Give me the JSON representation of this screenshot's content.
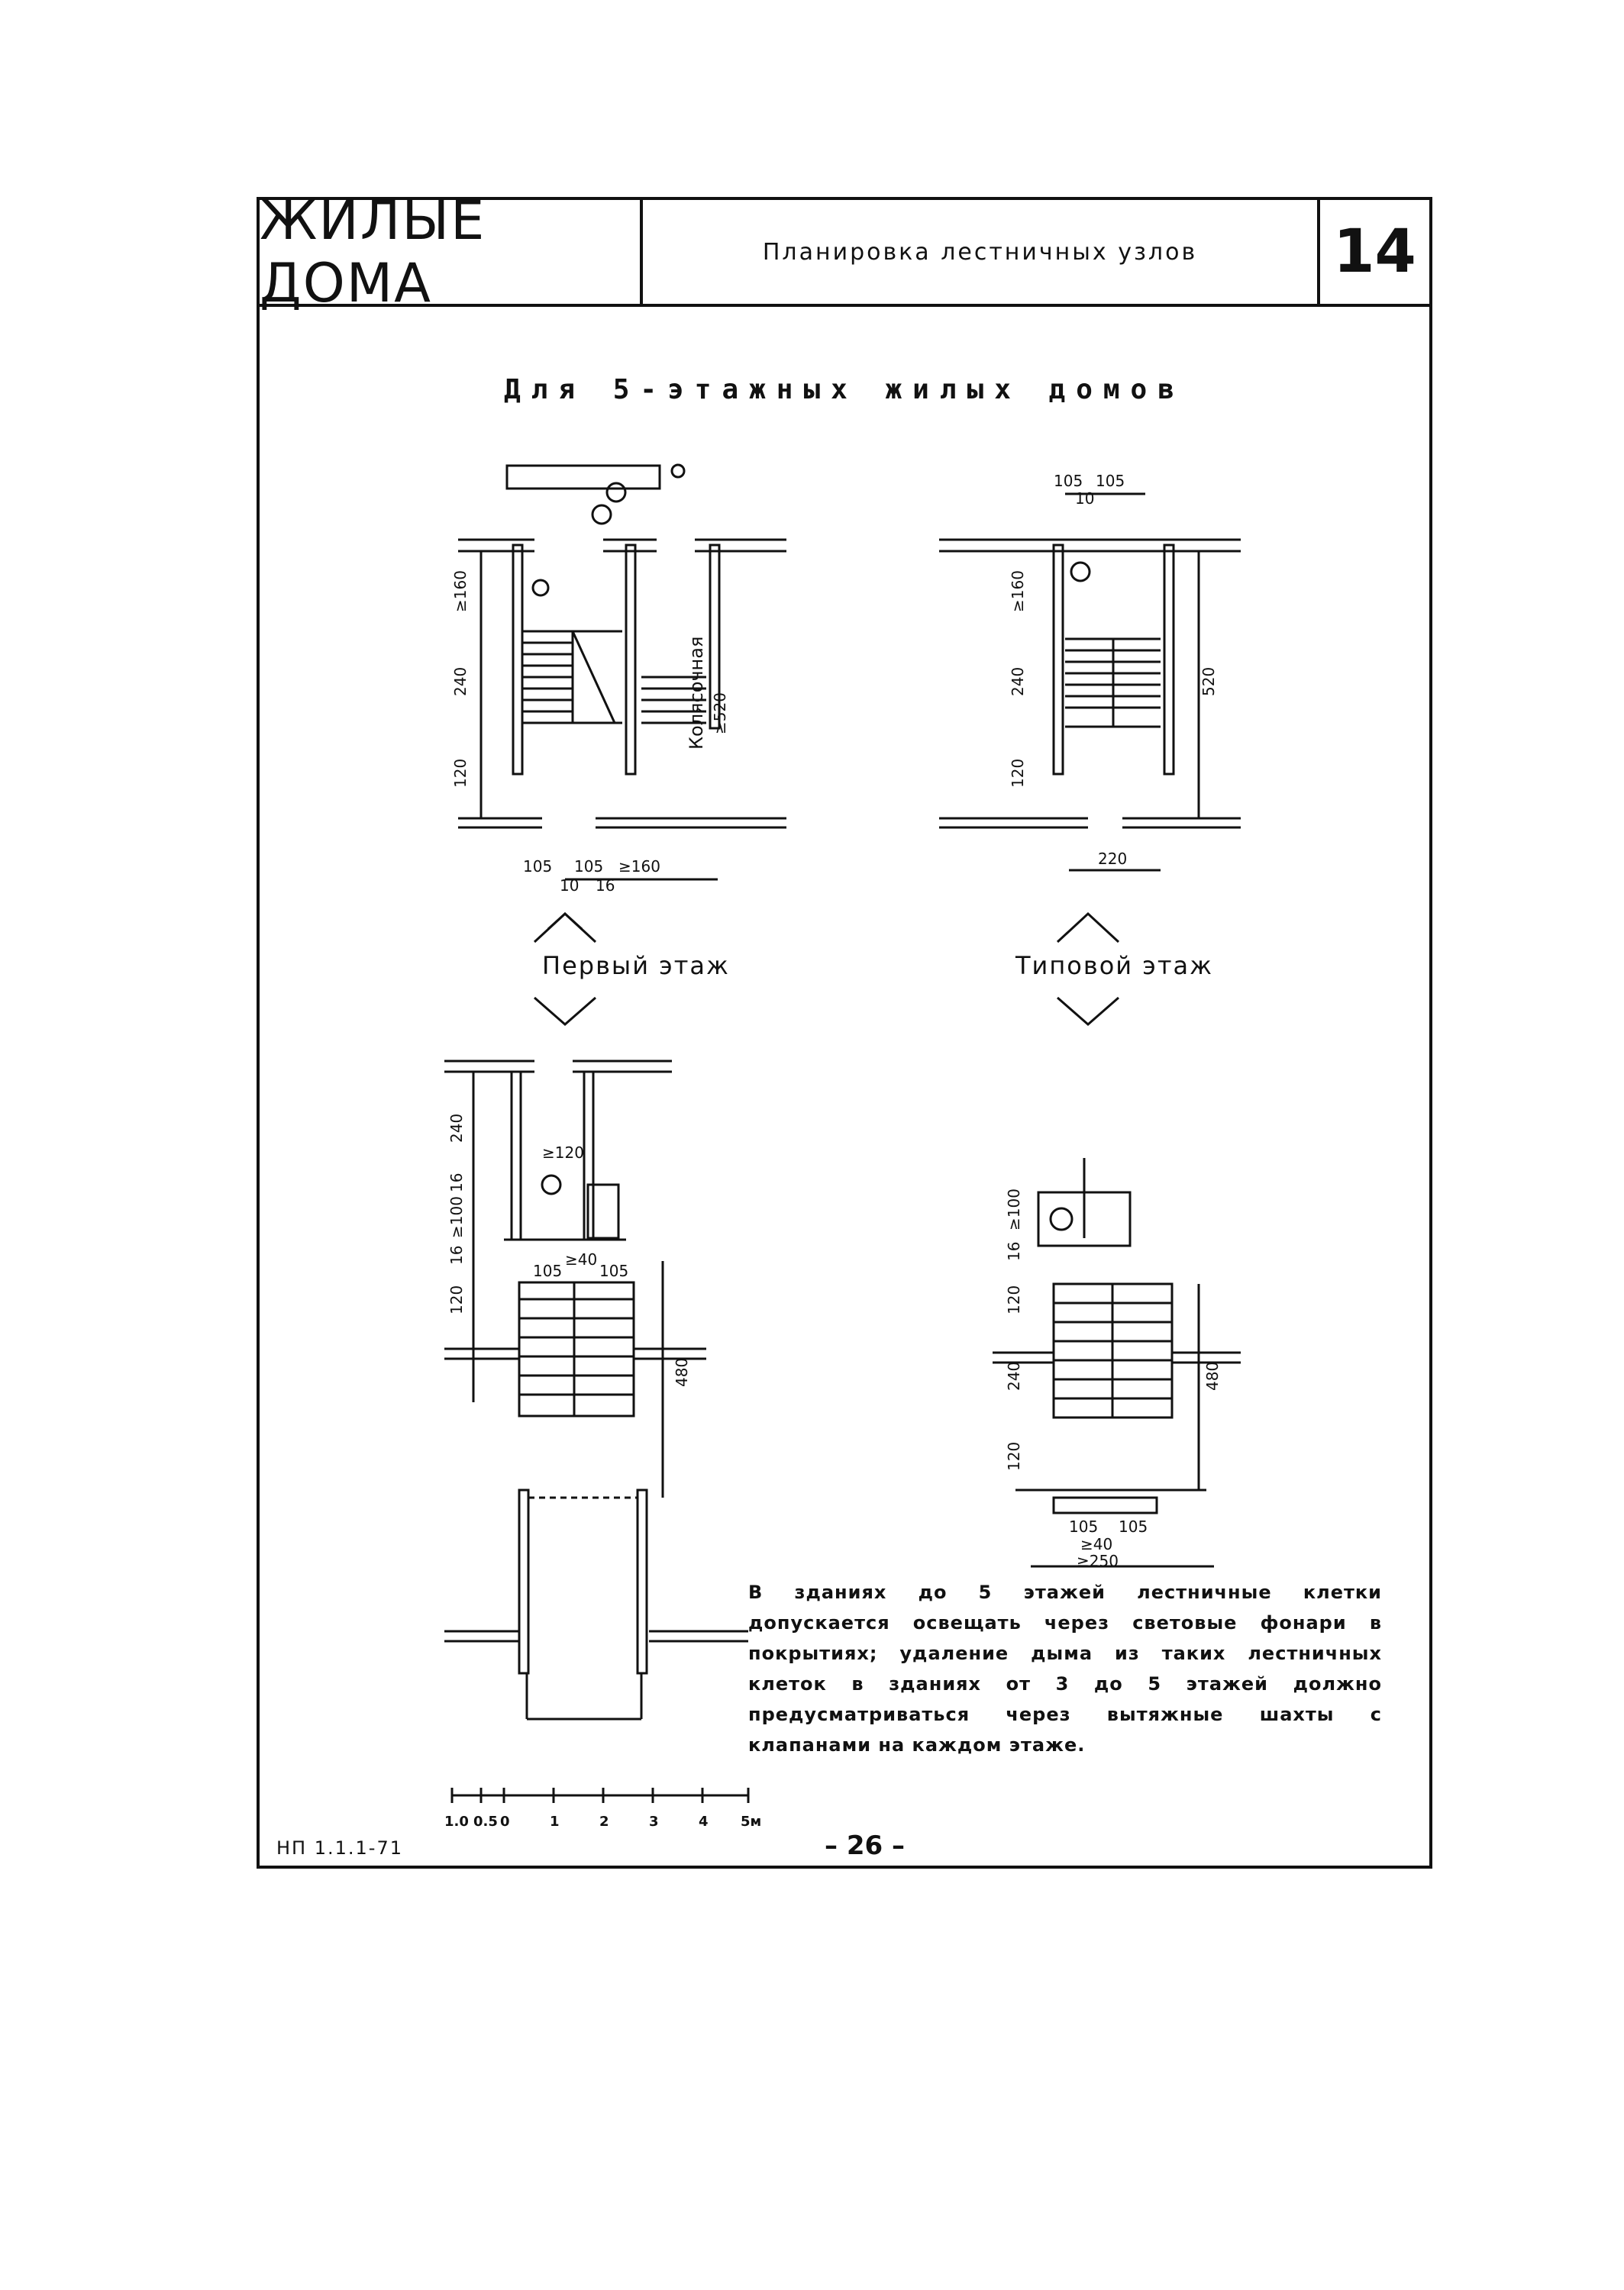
{
  "header": {
    "series_title": "ЖИЛЫЕ ДОМА",
    "sheet_title": "Планировка лестничных узлов",
    "sheet_number": "14"
  },
  "subtitle": "Для 5-этажных жилых домов",
  "plans": {
    "first_floor_label": "Первый этаж",
    "typical_floor_label": "Типовой этаж",
    "stroller_room_label": "Колясочная",
    "stroller_room_dim": "≥520",
    "dims_first_top_left": [
      "≥160",
      "240",
      "120"
    ],
    "dims_first_bottom": [
      "105",
      "105",
      "≥160"
    ],
    "dims_first_bottom_small": [
      "10",
      "16"
    ],
    "dims_typical_top": [
      "105",
      "105",
      "10"
    ],
    "dims_typical_left": [
      "≥160",
      "240",
      "120"
    ],
    "dims_typical_right": "520",
    "dims_typical_bottom": "220",
    "dims_lower_left": [
      "240",
      "≥120",
      "16",
      "≥100",
      "16",
      "120"
    ],
    "dims_lower_left_mid": [
      "105",
      "≥40",
      "105"
    ],
    "dims_lower_left_right": "480",
    "dims_lower_right_left": [
      "≥100",
      "16",
      "120",
      "240",
      "120"
    ],
    "dims_lower_right_right": "480",
    "dims_lower_right_bottom": [
      "105",
      "105",
      "≥40",
      "≥250"
    ]
  },
  "note": "В зданиях до 5 этажей лестничные клетки допускается освещать через световые фонари в покрытиях; удаление дыма из таких лестничных клеток в зданиях от 3 до 5 этажей должно предусматриваться через вытяжные шахты с клапанами на каждом этаже.",
  "scale": {
    "labels": [
      "1.0",
      "0.5",
      "0",
      "1",
      "2",
      "3",
      "4",
      "5м"
    ]
  },
  "footer": {
    "doc_code": "НП 1.1.1-71",
    "page": "– 26 –"
  }
}
